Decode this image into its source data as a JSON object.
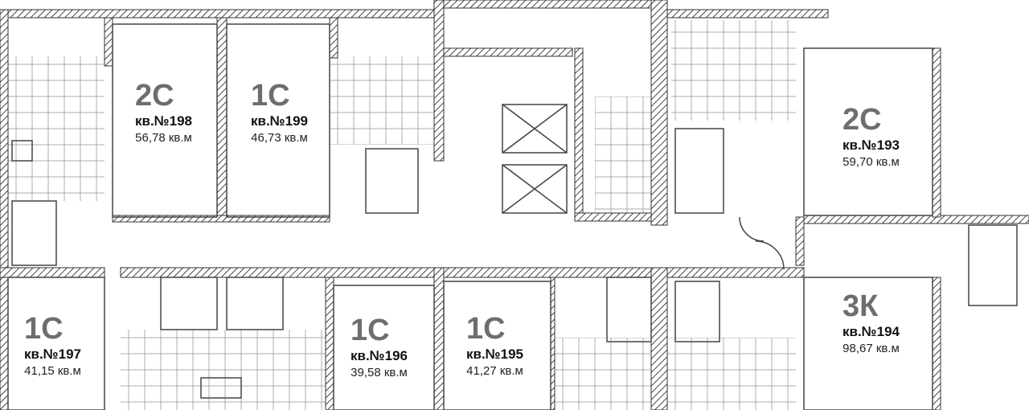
{
  "title": "Floor plan",
  "apartments": [
    {
      "id": "198",
      "type": "2С",
      "number": "кв.№198",
      "area": "56,78 кв.м"
    },
    {
      "id": "199",
      "type": "1С",
      "number": "кв.№199",
      "area": "46,73 кв.м"
    },
    {
      "id": "193",
      "type": "2С",
      "number": "кв.№193",
      "area": "59,70 кв.м"
    },
    {
      "id": "197",
      "type": "1С",
      "number": "кв.№197",
      "area": "41,15 кв.м"
    },
    {
      "id": "196",
      "type": "1С",
      "number": "кв.№196",
      "area": "39,58 кв.м"
    },
    {
      "id": "195",
      "type": "1С",
      "number": "кв.№195",
      "area": "41,27 кв.м"
    },
    {
      "id": "194",
      "type": "3К",
      "number": "кв.№194",
      "area": "98,67 кв.м"
    }
  ],
  "colors": {
    "wall": "#555555",
    "type_label": "#6e6e6e",
    "tile": "#9a9a9a"
  }
}
